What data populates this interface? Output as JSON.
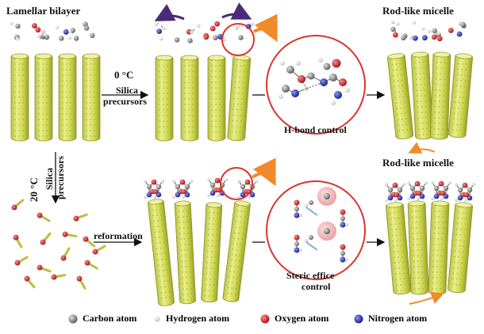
{
  "labels": {
    "lamellar_bilayer": "Lamellar bilayer",
    "rod_micelle_top": "Rod-like micelle",
    "rod_micelle_bottom": "Rod-like micelle",
    "temp_top": "0 °C",
    "silica_top_1": "Silica",
    "silica_top_2": "precursors",
    "temp_left": "20 °C",
    "silica_left_1": "Silica",
    "silica_left_2": "precursors",
    "reformation": "reformation",
    "hbond": "H-bond control",
    "steric_1": "Steric effice",
    "steric_2": "control"
  },
  "legend": [
    {
      "label": "Carbon atom",
      "color": "#8a8a8a"
    },
    {
      "label": "Hydrogen atom",
      "color": "#e6e6e6"
    },
    {
      "label": "Oxygen atom",
      "color": "#d21d1d"
    },
    {
      "label": "Nitrogen atom",
      "color": "#1f2ba8"
    }
  ],
  "colors": {
    "rod": "#d4dc5a",
    "arrow_orange": "#f08a2a",
    "arrow_purple": "#4a2a7a",
    "circle_red": "#d9352e"
  }
}
